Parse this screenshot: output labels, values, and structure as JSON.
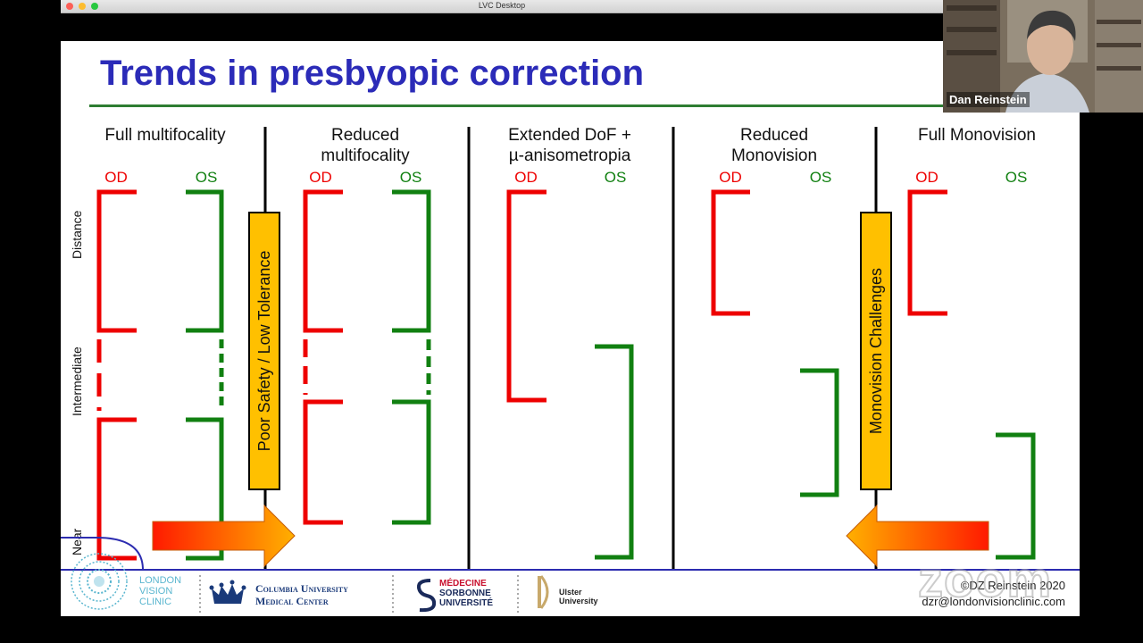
{
  "window": {
    "title": "LVC Desktop"
  },
  "slide": {
    "title": "Trends in presbyopic correction",
    "columns": [
      {
        "line1": "Full multifocality",
        "line2": ""
      },
      {
        "line1": "Reduced",
        "line2": "multifocality"
      },
      {
        "line1": "Extended DoF +",
        "line2": "µ-anisometropia"
      },
      {
        "line1": "Reduced",
        "line2": "Monovision"
      },
      {
        "line1": "Full Monovision",
        "line2": ""
      }
    ],
    "eyes": {
      "od": "OD",
      "os": "OS"
    },
    "y_labels": {
      "distance": "Distance",
      "intermediate": "Intermediate",
      "near": "Near"
    },
    "callouts": {
      "left": "Poor Safety / Low Tolerance",
      "right": "Monovision Challenges"
    },
    "footer": {
      "lvc_lines": [
        "LONDON",
        "VISION",
        "CLINIC"
      ],
      "columbia_lines": [
        "Columbia University",
        "Medical Center"
      ],
      "sorbonne_lines": [
        "MÉDECINE",
        "SORBONNE",
        "UNIVERSITÉ"
      ],
      "ulster_lines": [
        "Ulster",
        "University"
      ],
      "copyright": "©DZ Reinstein 2020",
      "email": "dzr@londonvisionclinic.com"
    }
  },
  "video": {
    "participant_name": "Dan Reinstein"
  },
  "colors": {
    "od": "#ee0000",
    "os": "#118011",
    "title": "#2b2bb8",
    "accent": "#ffc000",
    "rule": "#2e7d32"
  }
}
